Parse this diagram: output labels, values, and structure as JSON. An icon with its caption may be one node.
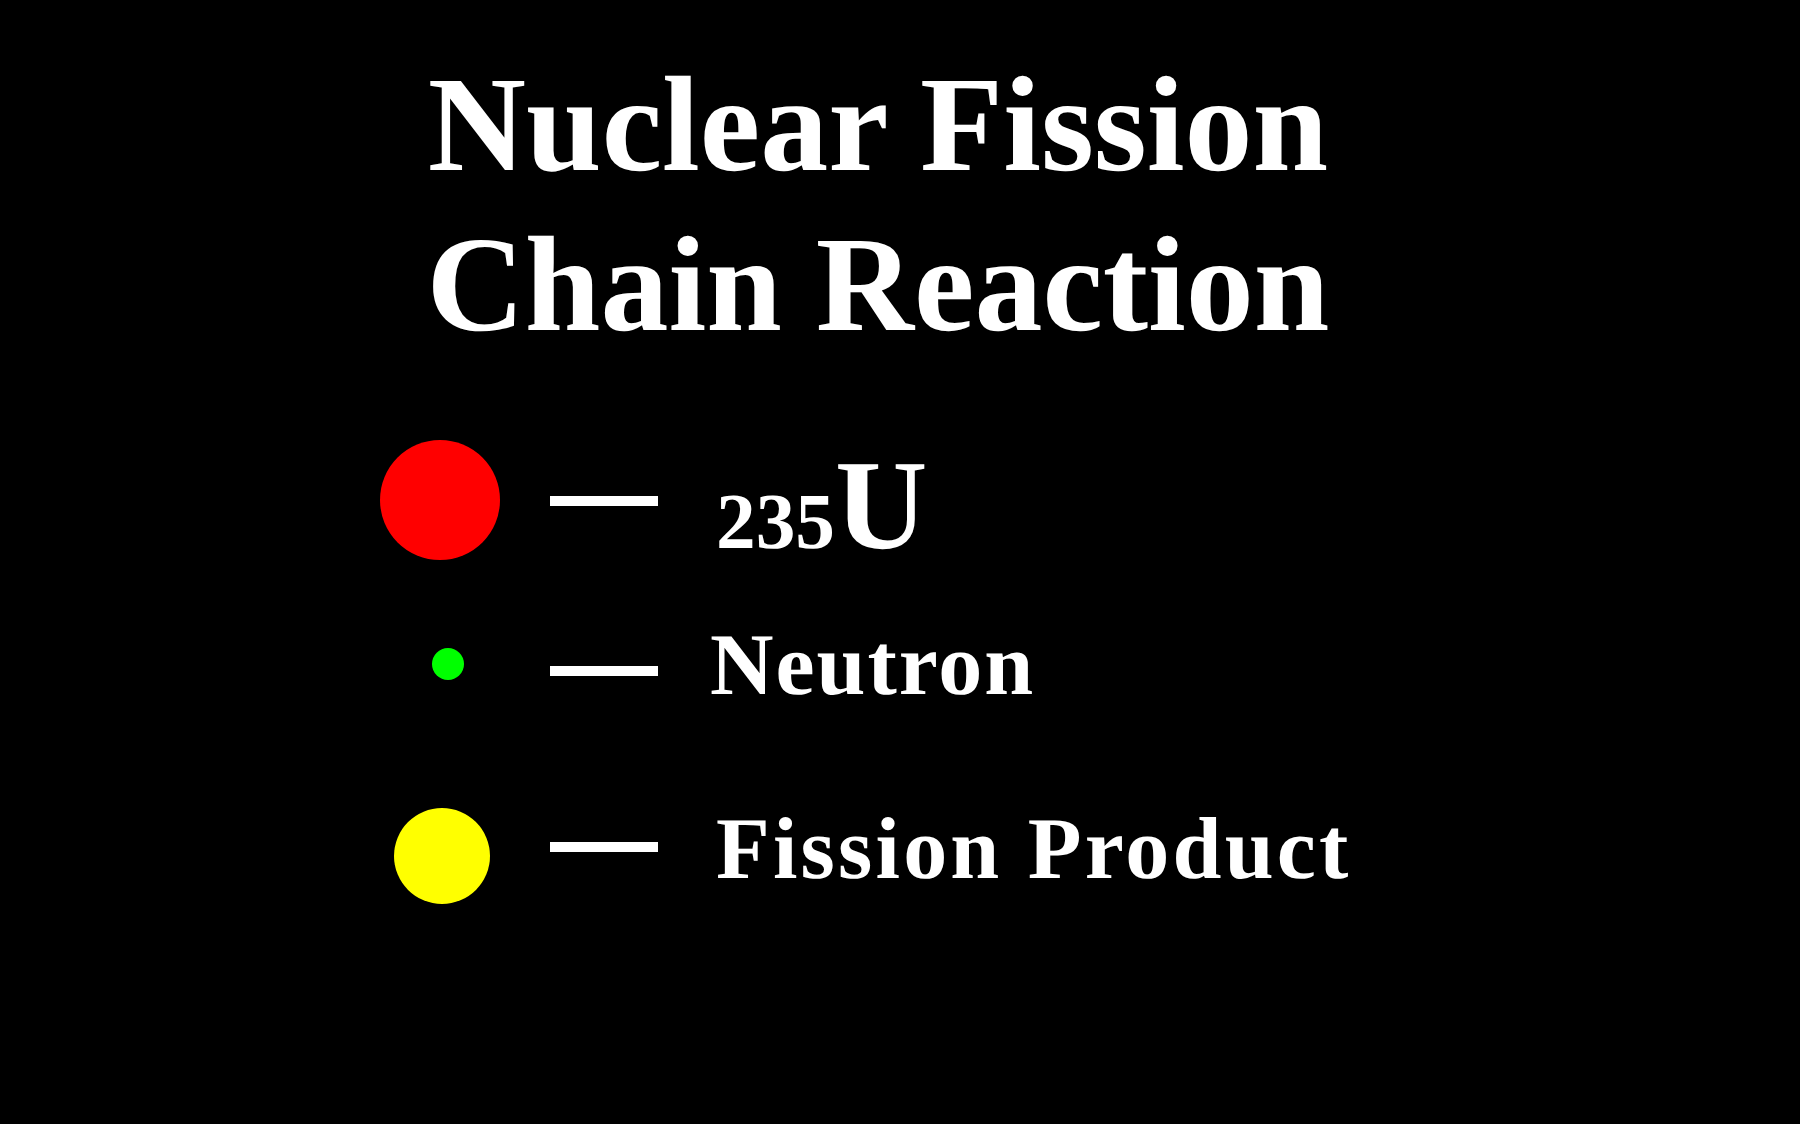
{
  "diagram": {
    "title": "Nuclear Fission Chain Reaction",
    "legend": [
      {
        "text": "$_{235}$U",
        "color": "#ff0000"
      },
      {
        "text": "Neutron",
        "color": "#00ff00"
      },
      {
        "text": "Fission Product",
        "color": "#ffff00"
      }
    ]
  }
}
